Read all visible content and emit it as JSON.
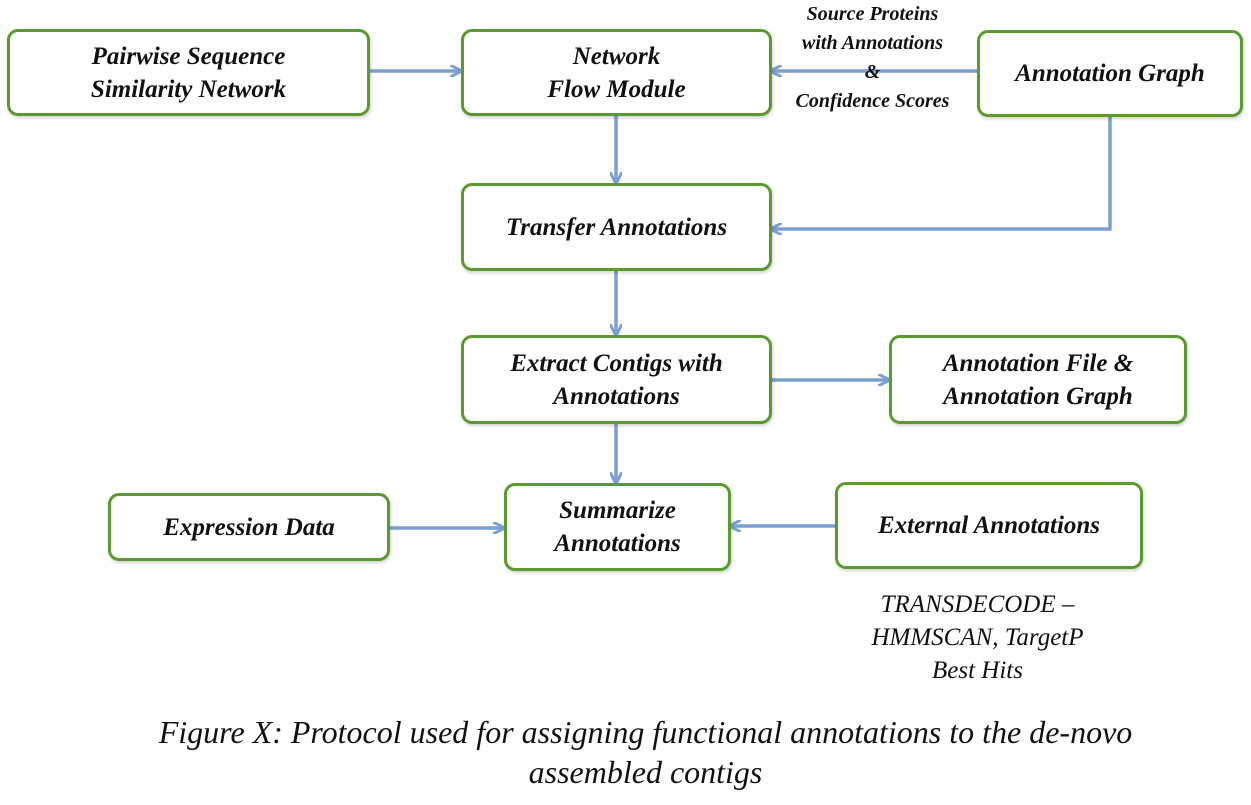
{
  "colors": {
    "node_border": "#5a9a2e",
    "arrow": "#7b9fd0",
    "text": "#111111"
  },
  "nodes": {
    "pairwise": "Pairwise Sequence\nSimilarity Network",
    "network_flow": "Network\nFlow Module",
    "annotation_graph": "Annotation Graph",
    "transfer": "Transfer Annotations",
    "extract": "Extract Contigs with\nAnnotations",
    "annotation_file": "Annotation File &\nAnnotation Graph",
    "expression": "Expression Data",
    "summarize": "Summarize\nAnnotations",
    "external": "External Annotations"
  },
  "edge_labels": {
    "source_proteins": "Source Proteins\nwith Annotations\n&\nConfidence Scores"
  },
  "notes": {
    "external_tools": "TRANSDECODE –\nHMMSCAN, TargetP\nBest Hits"
  },
  "caption": "Figure X: Protocol used for assigning functional annotations to the de-novo\nassembled contigs"
}
